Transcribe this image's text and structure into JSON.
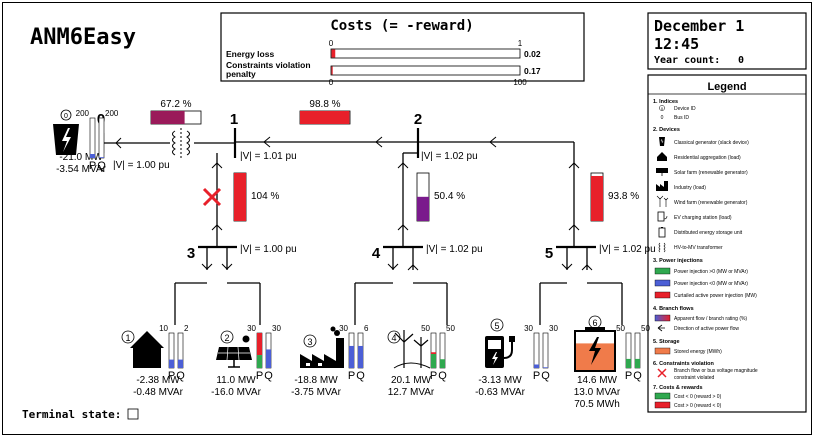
{
  "app": {
    "title": "ANM6Easy"
  },
  "costs": {
    "title": "Costs (= -reward)",
    "energy_loss": {
      "label": "Energy loss",
      "min": "0",
      "max": "1",
      "value": "0.02",
      "fraction": 0.02
    },
    "constraints": {
      "label_line1": "Constraints violation",
      "label_line2": "penalty",
      "min": "0",
      "max": "100",
      "value": "0.17",
      "fraction": 0.0017
    }
  },
  "datetime": {
    "date": "December 1",
    "time": "12:45",
    "year_count_label": "Year count:",
    "year_count": "0"
  },
  "terminal": {
    "label": "Terminal state:"
  },
  "colors": {
    "flow_red": "#e8202a",
    "flow_purple": "#7a1a8c",
    "p_green": "#2fa84f",
    "q_blue": "#4c5fd6",
    "cost_red": "#e8202a",
    "storage_orange": "#f07b4a"
  },
  "buses": {
    "b0": {
      "id": "0",
      "voltage": "|V| = 1.00 pu"
    },
    "b1": {
      "id": "1",
      "voltage": "|V| = 1.01 pu"
    },
    "b2": {
      "id": "2",
      "voltage": "|V| = 1.02 pu"
    },
    "b3": {
      "id": "3",
      "voltage": "|V| = 1.00 pu"
    },
    "b4": {
      "id": "4",
      "voltage": "|V| = 1.02 pu"
    },
    "b5": {
      "id": "5",
      "voltage": "|V| = 1.02 pu"
    }
  },
  "branches": {
    "transformer": {
      "label": "67.2 %",
      "fraction": 0.672
    },
    "b1_2": {
      "label": "98.8 %",
      "fraction": 0.988
    },
    "b1_3": {
      "label": "104 %",
      "fraction": 1.0
    },
    "b2_4": {
      "label": "50.4 %",
      "fraction": 0.504
    },
    "b2_5": {
      "label": "93.8 %",
      "fraction": 0.938
    }
  },
  "devices": {
    "slack": {
      "id": "0",
      "icon": "factory-slack-icon",
      "p_max": "200",
      "q_max": "200",
      "p_frac": 0.1,
      "q_frac": 0.02,
      "mw": "-21.0 MW",
      "mvar": "-3.54 MVAr",
      "p_lbl": "P",
      "q_lbl": "Q"
    },
    "residential": {
      "id": "1",
      "icon": "house-icon",
      "p_max": "10",
      "q_max": "2",
      "p_frac": 0.24,
      "q_frac": 0.24,
      "mw": "-2.38 MW",
      "mvar": "-0.48 MVAr",
      "p_lbl": "P",
      "q_lbl": "Q"
    },
    "solar": {
      "id": "2",
      "icon": "solar-panel-icon",
      "p_max": "30",
      "q_max": "30",
      "p_frac": 0.37,
      "q_frac": 0.53,
      "p_curtail": 0.63,
      "mw": "11.0 MW",
      "mvar": "-16.0 MVAr",
      "p_lbl": "P",
      "q_lbl": "Q"
    },
    "industry": {
      "id": "3",
      "icon": "industry-icon",
      "p_max": "30",
      "q_max": "6",
      "p_frac": 0.63,
      "q_frac": 0.63,
      "mw": "-18.8 MW",
      "mvar": "-3.75 MVAr",
      "p_lbl": "P",
      "q_lbl": "Q"
    },
    "wind": {
      "id": "4",
      "icon": "wind-turbine-icon",
      "p_max": "50",
      "q_max": "50",
      "p_frac": 0.4,
      "q_frac": 0.25,
      "p_curtail": 0.05,
      "mw": "20.1 MW",
      "mvar": "12.7 MVAr",
      "p_lbl": "P",
      "q_lbl": "Q"
    },
    "ev": {
      "id": "5",
      "icon": "ev-charger-icon",
      "p_max": "30",
      "q_max": "30",
      "p_frac": 0.1,
      "q_frac": 0.02,
      "mw": "-3.13 MW",
      "mvar": "-0.63 MVAr",
      "p_lbl": "P",
      "q_lbl": "Q"
    },
    "storage": {
      "id": "6",
      "icon": "battery-storage-icon",
      "p_max": "50",
      "q_max": "50",
      "p_frac": 0.26,
      "q_frac": 0.26,
      "soc_frac": 0.7,
      "mw": "14.6 MW",
      "mvar": "13.0 MVAr",
      "mwh": "70.5 MWh",
      "p_lbl": "P",
      "q_lbl": "Q"
    }
  },
  "legend": {
    "title": "Legend",
    "s1": "1. Indices",
    "device_id_sym": "0",
    "device_id": "Device ID",
    "bus_id_sym": "0",
    "bus_id": "Bus ID",
    "s2": "2. Devices",
    "d1": "Classical generator (slack device)",
    "d2": "Residential aggregation (load)",
    "d3": "Solar farm (renewable generator)",
    "d4": "Industry (load)",
    "d5": "Wind farm (renewable generator)",
    "d6": "EV charging station (load)",
    "d7": "Distributed energy storage unit",
    "d8": "HV-to-MV transformer",
    "s3": "3. Power injections",
    "p1": "Power injection >0 (MW or MVAr)",
    "p2": "Power injection <0 (MW or MVAr)",
    "p3": "Curtailed active power injection (MW)",
    "s4": "4. Branch flows",
    "f1": "Apparent flow / branch rating (%)",
    "f2": "Direction of active power flow",
    "s5": "5. Storage",
    "st1": "Stored energy (MWh)",
    "s6": "6. Constraints violation",
    "c1_line1": "Branch flow or bus voltage magnitude",
    "c1_line2": "constraint violated",
    "s7": "7. Costs & rewards",
    "r1": "Cost < 0 (reward > 0)",
    "r2": "Cost > 0 (reward < 0)"
  }
}
